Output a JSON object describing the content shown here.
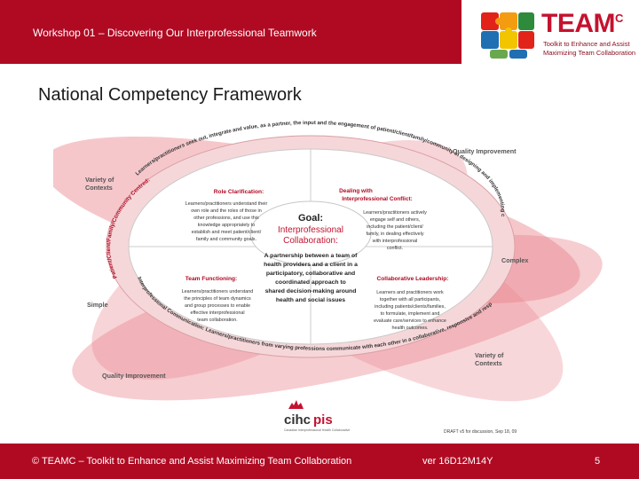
{
  "header": {
    "title": "Workshop 01 – Discovering Our Interprofessional Teamwork",
    "logo_word": "TEAM",
    "logo_sup": "C",
    "logo_tagline_1": "Toolkit to Enhance and Assist",
    "logo_tagline_2": "Maximizing Team Collaboration"
  },
  "page_title": "National Competency Framework",
  "figure": {
    "goal_title": "Goal:",
    "goal_subtitle_1": "Interprofessional",
    "goal_subtitle_2": "Collaboration:",
    "goal_text": [
      "A partnership between a team of",
      "health providers and a client in a",
      "participatory, collaborative and",
      "coordinated approach to",
      "shared decision-making around",
      "health and social issues"
    ],
    "quadrants": {
      "role_clarification": {
        "title": "Role Clarification:",
        "text": [
          "Learners/practitioners understand their",
          "own role and the roles of those in",
          "other professions, and use this",
          "knowledge appropriately to",
          "establish and meet patient/client/",
          "family and community goals."
        ]
      },
      "dealing_with_conflict": {
        "title_1": "Dealing with",
        "title_2": "Interprofessional Conflict:",
        "text": [
          "Learners/practitioners actively",
          "engage self and others,",
          "including the patient/client/",
          "family, in dealing effectively",
          "with interprofessional",
          "conflict."
        ]
      },
      "team_functioning": {
        "title": "Team Functioning:",
        "text": [
          "Learners/practitioners understand",
          "the principles of team dynamics",
          "and group processes to enable",
          "effective interprofessional",
          "team collaboration."
        ]
      },
      "collaborative_leadership": {
        "title": "Collaborative Leadership:",
        "text": [
          "Learners and practitioners work",
          "together with all participants,",
          "including patients/clients/families,",
          "to formulate, implement and",
          "evaluate care/services to enhance",
          "health outcomes."
        ]
      }
    },
    "ring_top": "Learners/practitioners seek out, integrate and value, as a partner, the input and the engagement of patient/client/family/community in designing and implementing care/services",
    "ring_left": "Patient/Client/Family/Community Centred:",
    "ring_bottom": "Interprofessional Communication: Learners/practitioners from varying professions communicate with each other in a collaborative, responsive and responsible manner",
    "outer_labels": {
      "variety_top_1": "Variety of",
      "variety_top_2": "Contexts",
      "quality_top": "Quality Improvement",
      "complex": "Complex",
      "simple": "Simple",
      "variety_bottom_1": "Variety of",
      "variety_bottom_2": "Contexts",
      "quality_bottom": "Quality Improvement"
    },
    "cihc_logo": "cihc",
    "cihc_logo_2": "pis",
    "cihc_caption": "Canadian Interprofessional Health Collaborative",
    "draft_note": "DRAFT v5 for discussion, Sep 18, 09"
  },
  "footer": {
    "copyright": "© TEAMC – Toolkit to Enhance and Assist Maximizing Team Collaboration",
    "version": "ver 16D12M14Y",
    "page_number": "5"
  }
}
